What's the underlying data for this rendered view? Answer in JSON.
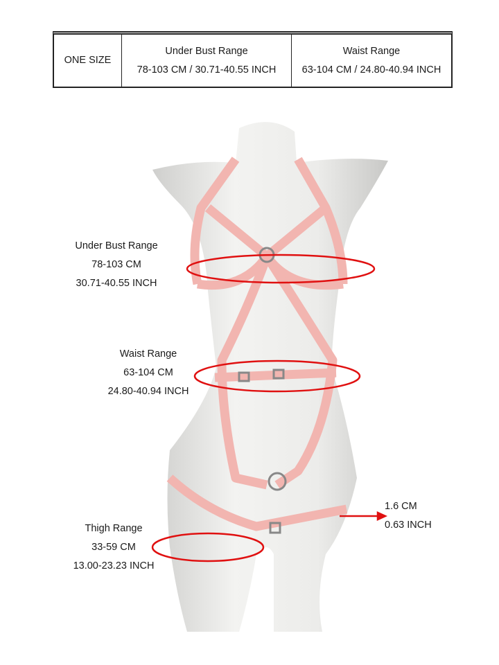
{
  "size_table": {
    "size_label": "ONE SIZE",
    "columns": [
      {
        "title": "Under Bust Range",
        "value": "78-103 CM / 30.71-40.55 INCH"
      },
      {
        "title": "Waist Range",
        "value": "63-104 CM / 24.80-40.94 INCH"
      }
    ]
  },
  "annotations": {
    "under_bust": {
      "title": "Under Bust Range",
      "cm": "78-103 CM",
      "inch": "30.71-40.55 INCH"
    },
    "waist": {
      "title": "Waist Range",
      "cm": "63-104 CM",
      "inch": "24.80-40.94 INCH"
    },
    "thigh": {
      "title": "Thigh Range",
      "cm": "33-59 CM",
      "inch": "13.00-23.23 INCH"
    },
    "strap_width": {
      "cm": "1.6 CM",
      "inch": "0.63 INCH"
    }
  },
  "colors": {
    "strap": "#f2b5b0",
    "marker": "#e01010",
    "mannequin": "#e8e8e6"
  }
}
